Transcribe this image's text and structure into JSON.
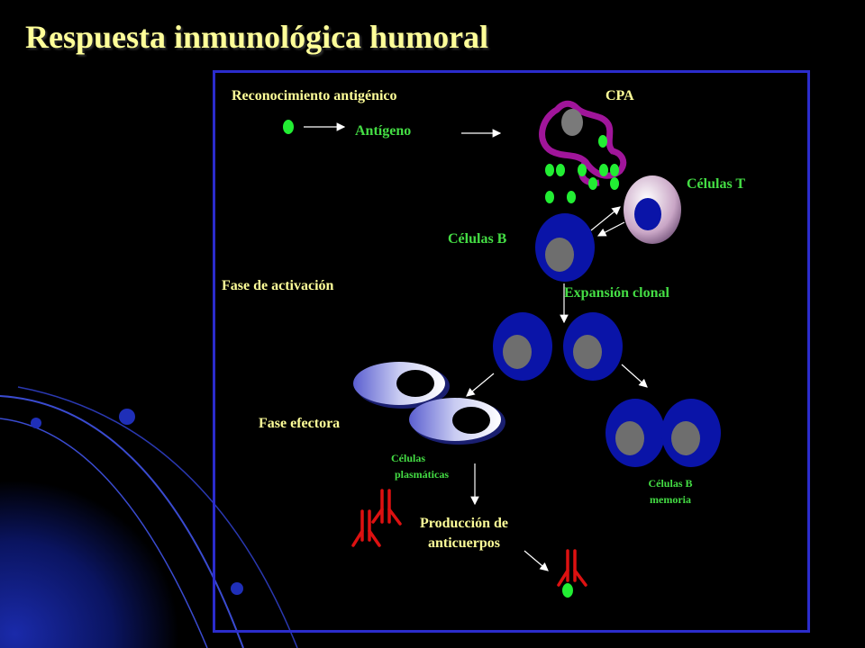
{
  "title": "Respuesta inmunológica humoral",
  "labels": {
    "reconocimiento": "Reconocimiento antigénico",
    "cpa": "CPA",
    "antigeno": "Antígeno",
    "celulas_t": "Células T",
    "celulas_b": "Células B",
    "fase_activacion": "Fase de activación",
    "expansion_clonal": "Expansión clonal",
    "fase_efectora": "Fase efectora",
    "celulas_plasmaticas_1": "Células",
    "celulas_plasmaticas_2": "plasmáticas",
    "celulas_b_memoria_1": "Células B",
    "celulas_b_memoria_2": "memoria",
    "produccion_1": "Producción de",
    "produccion_2": "anticuerpos"
  },
  "colors": {
    "background": "#000000",
    "title": "#ffff99",
    "frame": "#2b2ccc",
    "label_yellow": "#ffff99",
    "label_green": "#44dd44",
    "antigen": "#22ee33",
    "b_cell": "#0a14a8",
    "nucleus": "#6e6e6e",
    "antibody": "#dd1111",
    "cpa": "#a0159a"
  }
}
